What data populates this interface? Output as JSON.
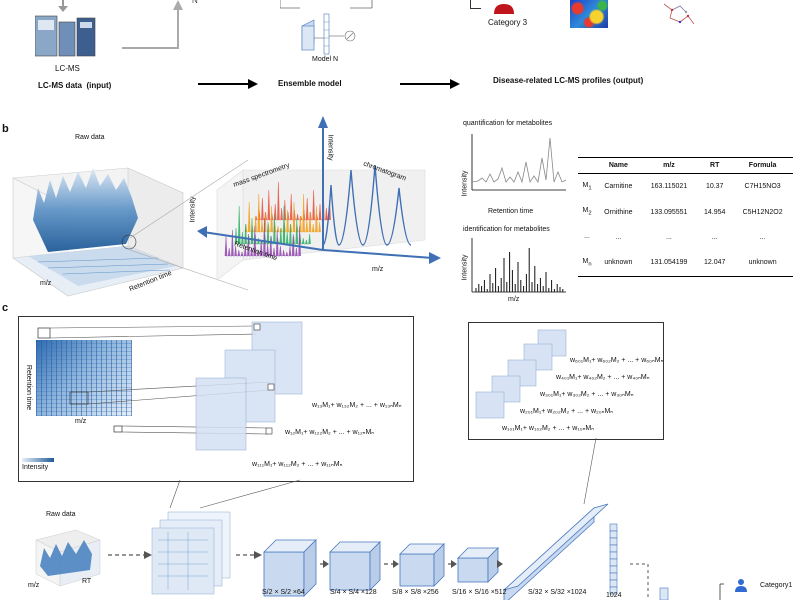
{
  "panel_a": {
    "input_device": "LC-MS",
    "input_title": "LC-MS data",
    "input_suffix": "(input)",
    "model_label": "Model N",
    "ensemble_label": "Ensemble model",
    "category_label": "Category 3",
    "output_title": "Disease-related LC-MS profiles (output)"
  },
  "panel_b": {
    "label": "b",
    "raw_data": "Raw data",
    "mz": "m/z",
    "intensity": "Intensity",
    "retention_time": "Retention time",
    "mass_spectrometry": "mass spectrometry",
    "chromatogram": "chromatogram",
    "quant_title": "quantification for metabolites",
    "quant_ylabel": "Intensity",
    "quant_xlabel": "Retention time",
    "ident_title": "identification for metabolites",
    "ident_ylabel": "Intensity",
    "ident_xlabel": "m/z",
    "table": {
      "headers": [
        "",
        "Name",
        "m/z",
        "RT",
        "Formula"
      ],
      "rows": [
        {
          "id": "M",
          "sub": "1",
          "name": "Carnitine",
          "mz": "163.115021",
          "rt": "10.37",
          "formula": "C7H15NO3"
        },
        {
          "id": "M",
          "sub": "2",
          "name": "Ornithine",
          "mz": "133.095551",
          "rt": "14.954",
          "formula": "C5H12N2O2"
        },
        {
          "id": "...",
          "sub": "",
          "name": "...",
          "mz": "...",
          "rt": "...",
          "formula": "..."
        },
        {
          "id": "M",
          "sub": "n",
          "name": "unknown",
          "mz": "131.054199",
          "rt": "12.047",
          "formula": "unknown"
        }
      ]
    }
  },
  "panel_c": {
    "label": "c",
    "retention_time": "Retention time",
    "mz": "m/z",
    "intensity": "Intensity",
    "eq1": "w₁₃M₁+ w₁₃₂M₂ + ... + w₁₃ₙMₙ",
    "eq2": "w₁₂M₁+ w₁₂₂M₂ + ... + w₁₂ₙMₙ",
    "eq3": "w₁₁₁M₁+ w₁₁₂M₂ + ... + w₁₁ₙMₙ",
    "eq_right": [
      "w₆₀₁M₁+ w₆₀₂M₂ + ... + w₆₀ₙMₙ",
      "w₄₀₁M₁+ w₄₀₂M₂ + ... + w₄₀ₙMₙ",
      "w₃₀₁M₁+ w₃₀₂M₂ + ... + w₃₀ₙMₙ",
      "w₂₀₁M₁+ w₂₀₂M₂ + ... + w₂₀ₙMₙ",
      "w₁₀₁M₁+ w₁₀₂M₂ + ... + w₁₀ₙMₙ"
    ],
    "raw_data": "Raw data",
    "mz_small": "m/z",
    "rt_small": "RT",
    "dims": [
      "S/2 × S/2 ×64",
      "S/4 × S/4 ×128",
      "S/8 × S/8 ×256",
      "S/16 × S/16 ×512",
      "S/32 × S/32 ×1024"
    ],
    "fc": "1024",
    "category1": "Category1"
  },
  "colors": {
    "arrow": "#3f6fb5",
    "cube_fill": "#c9d9f0",
    "cube_stroke": "#4a78bd",
    "peak_colors": [
      "#e74c3c",
      "#f39c12",
      "#27ae60",
      "#8e44ad"
    ]
  }
}
